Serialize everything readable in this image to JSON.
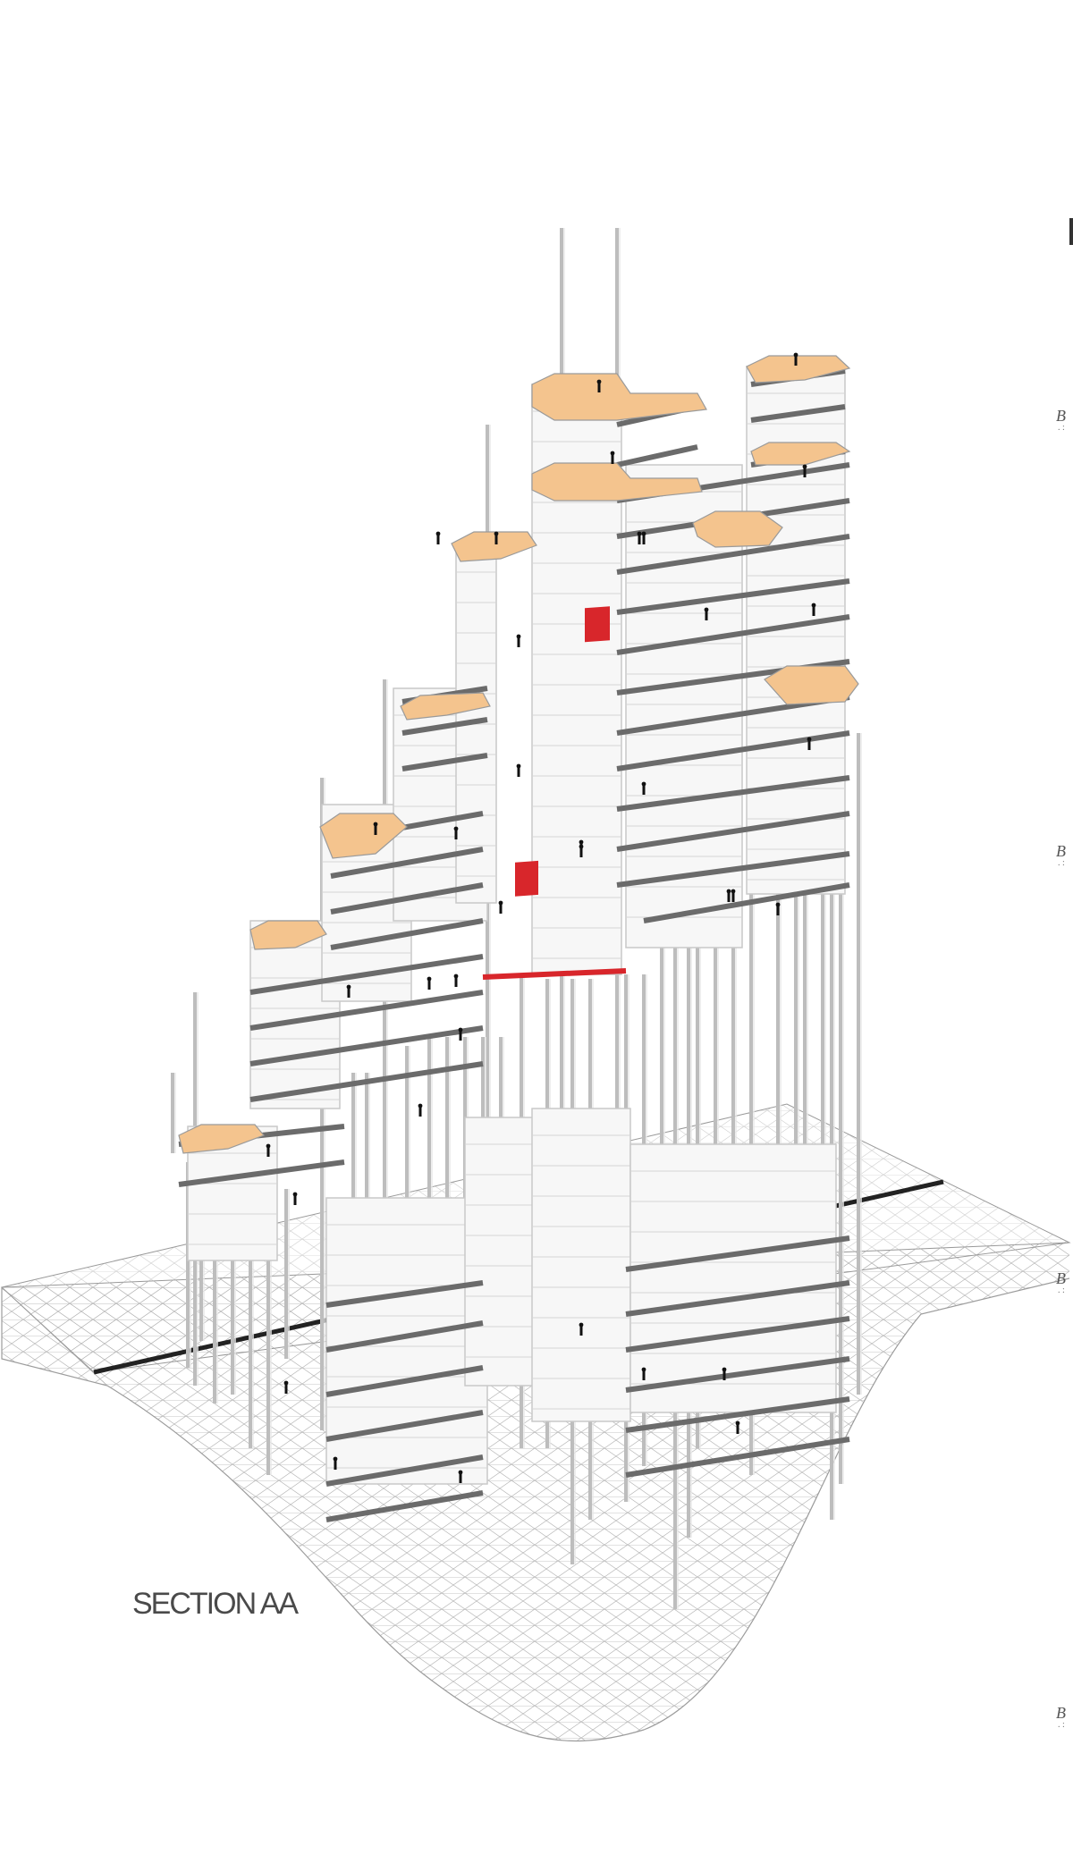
{
  "drawing": {
    "title": "SECTION AA",
    "margin_marks": [
      "B",
      "B",
      "B",
      "B"
    ],
    "colors": {
      "floor_plate": "#f4c48e",
      "highlight": "#d8262b",
      "slab": "#6b6b6b",
      "structure": "#bdbdbd",
      "mesh": "#9c9c9c"
    }
  }
}
